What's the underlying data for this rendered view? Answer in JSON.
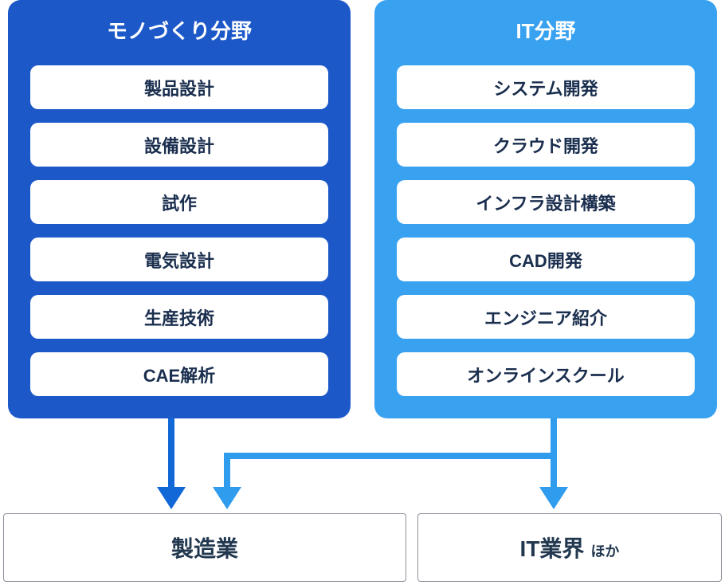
{
  "colors": {
    "manufacturing_card": "#1d58c9",
    "it_card": "#38a1f0",
    "pill_text": "#1a2e4e",
    "arrow_manufacturing": "#1268d6",
    "arrow_it": "#2f9ced",
    "output_border": "#8a9099",
    "output_text": "#22384f"
  },
  "manufacturing": {
    "title": "モノづくり分野",
    "items": [
      "製品設計",
      "設備設計",
      "試作",
      "電気設計",
      "生産技術",
      "CAE解析"
    ]
  },
  "it": {
    "title": "IT分野",
    "items": [
      "システム開発",
      "クラウド開発",
      "インフラ設計構築",
      "CAD開発",
      "エンジニア紹介",
      "オンラインスクール"
    ]
  },
  "outputs": {
    "manufacturing_industry": "製造業",
    "it_industry": "IT業界",
    "it_industry_suffix": "ほか"
  }
}
